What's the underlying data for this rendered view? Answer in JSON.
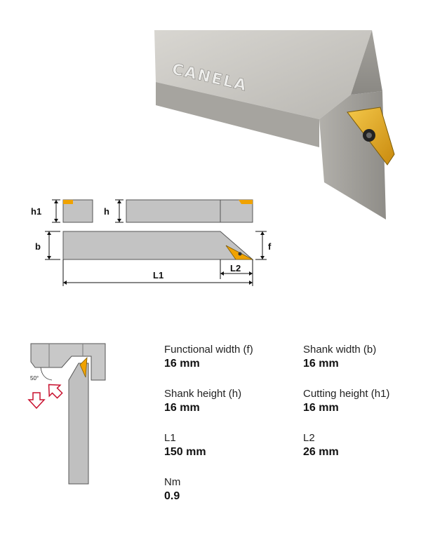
{
  "product": {
    "brand": "CANELA",
    "colors": {
      "steel_light": "#c9c7c2",
      "steel_mid": "#a9a7a2",
      "steel_dark": "#8d8b86",
      "insert_gold": "#e3a91c"
    }
  },
  "diagram": {
    "labels": {
      "h1": "h1",
      "h": "h",
      "b": "b",
      "f": "f",
      "L1": "L1",
      "L2": "L2"
    },
    "colors": {
      "shank_gray": "#c3c3c3",
      "insert_orange": "#f0a200",
      "line": "#111111"
    }
  },
  "schematic": {
    "angle_label": "50°",
    "colors": {
      "arrow_red": "#c8102e",
      "body_gray": "#c0c0c0"
    }
  },
  "specs": [
    {
      "label": "Functional width (f)",
      "value": "16 mm"
    },
    {
      "label": "Shank width (b)",
      "value": "16 mm"
    },
    {
      "label": "Shank height (h)",
      "value": "16 mm"
    },
    {
      "label": "Cutting height (h1)",
      "value": "16 mm"
    },
    {
      "label": "L1",
      "value": "150 mm"
    },
    {
      "label": "L2",
      "value": "26 mm"
    },
    {
      "label": "Nm",
      "value": "0.9"
    }
  ]
}
